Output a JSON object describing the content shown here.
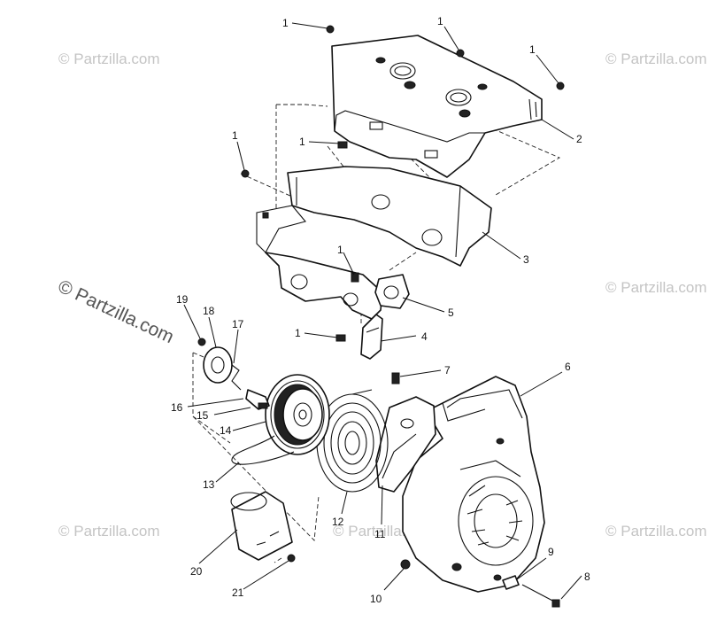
{
  "watermark": {
    "text": "© Partzilla.com",
    "text_large": "© Partzilla.com"
  },
  "callouts": [
    {
      "id": "c1a",
      "label": "1"
    },
    {
      "id": "c1b",
      "label": "1"
    },
    {
      "id": "c1c",
      "label": "1"
    },
    {
      "id": "c1d",
      "label": "1"
    },
    {
      "id": "c1e",
      "label": "1"
    },
    {
      "id": "c1f",
      "label": "1"
    },
    {
      "id": "c1g",
      "label": "1"
    },
    {
      "id": "c2",
      "label": "2"
    },
    {
      "id": "c3",
      "label": "3"
    },
    {
      "id": "c4",
      "label": "4"
    },
    {
      "id": "c5",
      "label": "5"
    },
    {
      "id": "c6",
      "label": "6"
    },
    {
      "id": "c7",
      "label": "7"
    },
    {
      "id": "c8",
      "label": "8"
    },
    {
      "id": "c9",
      "label": "9"
    },
    {
      "id": "c10",
      "label": "10"
    },
    {
      "id": "c11",
      "label": "11"
    },
    {
      "id": "c12",
      "label": "12"
    },
    {
      "id": "c13",
      "label": "13"
    },
    {
      "id": "c14",
      "label": "14"
    },
    {
      "id": "c15",
      "label": "15"
    },
    {
      "id": "c16",
      "label": "16"
    },
    {
      "id": "c17",
      "label": "17"
    },
    {
      "id": "c18",
      "label": "18"
    },
    {
      "id": "c19",
      "label": "19"
    },
    {
      "id": "c20",
      "label": "20"
    },
    {
      "id": "c21",
      "label": "21"
    }
  ]
}
